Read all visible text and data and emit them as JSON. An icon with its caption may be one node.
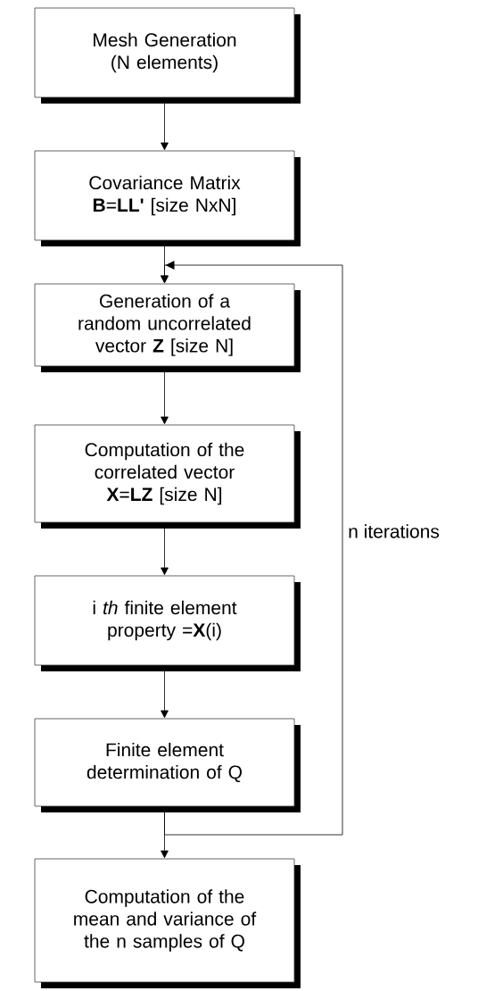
{
  "diagram": {
    "nodes": [
      {
        "text": [
          "Mesh Generation (N elements)"
        ]
      },
      {
        "text": [
          "Covariance Matrix **B**=**LL'** [size NxN]"
        ]
      },
      {
        "text": [
          "Generation of a random uncorrelated vector **Z** [size N]"
        ]
      },
      {
        "text": [
          "Computation of the correlated vector **X**=**LZ** [size N]"
        ]
      },
      {
        "text": [
          "i *th* finite element property =**X**(i)"
        ]
      },
      {
        "text": [
          "Finite element determination of Q"
        ]
      },
      {
        "text": [
          "Computation of the mean and variance of the n samples of Q"
        ]
      }
    ],
    "edges": [
      {
        "from": 0,
        "to": 1,
        "arrow": "to"
      },
      {
        "from": 1,
        "to": 2,
        "arrow": "to"
      },
      {
        "from": 2,
        "to": 3,
        "arrow": "to"
      },
      {
        "from": 3,
        "to": 4,
        "arrow": "to"
      },
      {
        "from": 4,
        "to": 5,
        "arrow": "to"
      },
      {
        "from": 5,
        "to": 6,
        "arrow": "to"
      },
      {
        "from": 5,
        "to": 2,
        "arrow": "to",
        "label": "n iterations"
      }
    ]
  }
}
